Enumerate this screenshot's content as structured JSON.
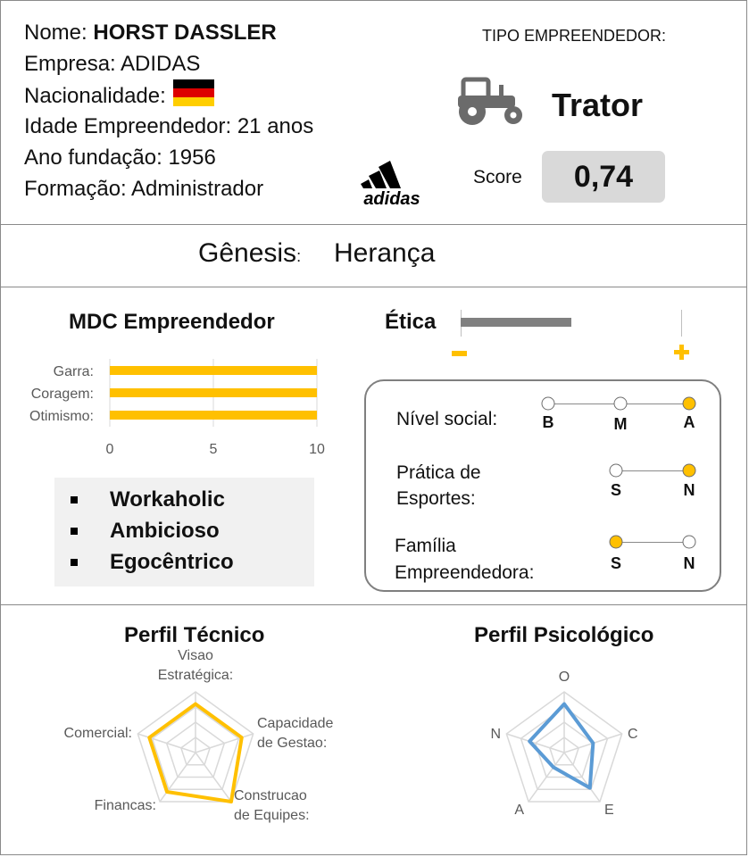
{
  "header": {
    "name_label": "Nome:",
    "name_value": "HORST DASSLER",
    "company": "Empresa: ADIDAS",
    "nationality_label": "Nacionalidade:",
    "age": "Idade Empreendedor: 21 anos",
    "founded": "Ano fundação: 1956",
    "education": "Formação: Administrador",
    "flag_colors": [
      "#000000",
      "#dd0000",
      "#ffce00"
    ],
    "logo_text": "adidas"
  },
  "type": {
    "label": "TIPO EMPREENDEDOR:",
    "value": "Trator",
    "icon": "tractor-icon",
    "score_label": "Score",
    "score_value": "0,74"
  },
  "genesis": {
    "label": "Gênesis",
    "colon": ":",
    "value": "Herança"
  },
  "mdc": {
    "title": "MDC Empreendedor",
    "chart_data": {
      "type": "bar",
      "orientation": "horizontal",
      "categories": [
        "Garra:",
        "Coragem:",
        "Otimismo:"
      ],
      "values": [
        10,
        10,
        10
      ],
      "xlim": [
        0,
        10
      ],
      "xticks": [
        "0",
        "5",
        "10"
      ],
      "color": "#ffc000",
      "grid": true
    },
    "traits": [
      "Workaholic",
      "Ambicioso",
      "Egocêntrico"
    ]
  },
  "etica": {
    "title": "Ética",
    "minus": "−",
    "plus": "+",
    "value": 0.5,
    "colors": {
      "bar": "#808080",
      "sign": "#ffc000"
    }
  },
  "attributes": {
    "social": {
      "label": "Nível social:",
      "options": [
        "B",
        "M",
        "A"
      ],
      "selected": 2
    },
    "sports": {
      "label_line1": "Prática de",
      "label_line2": "Esportes:",
      "options": [
        "S",
        "N"
      ],
      "selected": 1
    },
    "family": {
      "label_line1": "Família",
      "label_line2": "Empreendedora:",
      "options": [
        "S",
        "N"
      ],
      "selected": 0
    }
  },
  "perfil_tecnico": {
    "title": "Perfil Técnico",
    "chart_data": {
      "type": "radar",
      "axes": [
        "Visao Estratégica:",
        "Capacidade de Gestao:",
        "Construcao de Equipes:",
        "Financas:",
        "Comercial:"
      ],
      "axis_lines": [
        [
          "Visao",
          "Estratégica:"
        ],
        [
          "Capacidade",
          "de Gestao:"
        ],
        [
          "Construcao",
          "de Equipes:"
        ],
        [
          "Financas:"
        ],
        [
          "Comercial:"
        ]
      ],
      "values": [
        4,
        4,
        5,
        4,
        4
      ],
      "max": 5,
      "color": "#ffc000"
    }
  },
  "perfil_psicologico": {
    "title": "Perfil Psicológico",
    "chart_data": {
      "type": "radar",
      "axes": [
        "O",
        "C",
        "E",
        "A",
        "N"
      ],
      "values": [
        4,
        2.5,
        3.6,
        1.5,
        3
      ],
      "max": 5,
      "color": "#5b9bd5"
    }
  }
}
